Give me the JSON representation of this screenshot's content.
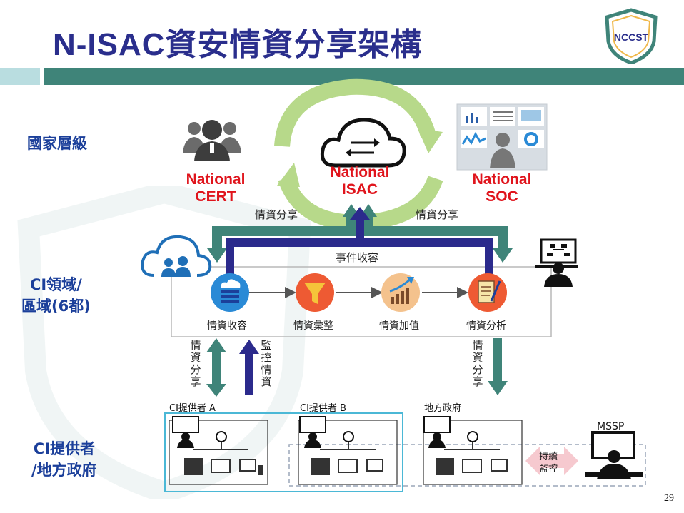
{
  "title": "N-ISAC資安情資分享架構",
  "logo": {
    "text": "NCCST"
  },
  "levels": {
    "national": "國家層級",
    "ci": "CI領域/\n區域(6都)",
    "provider": "CI提供者\n/地方政府"
  },
  "national": {
    "cert": "National\nCERT",
    "isac": "National\nISAC",
    "soc": "National\nSOC"
  },
  "share_left": "情資分享",
  "share_right": "情資分享",
  "event_label": "事件收容",
  "process_steps": [
    {
      "label": "情資收容",
      "icon": "server-icon"
    },
    {
      "label": "情資彙整",
      "icon": "funnel-icon"
    },
    {
      "label": "情資加值",
      "icon": "growth-chart-icon"
    },
    {
      "label": "情資分析",
      "icon": "document-analysis-icon"
    }
  ],
  "vertical_labels": {
    "share_a": "情資分享",
    "monitor": "監控情資",
    "share_gov": "情資分享"
  },
  "providers": {
    "a": "CI提供者 A",
    "b": "CI提供者 B",
    "gov": "地方政府",
    "mssp": "MSSP"
  },
  "continuous_monitoring": "持續\n監控",
  "page_number": "29",
  "colors": {
    "title": "#2a2e8c",
    "teal": "#3f8479",
    "navy": "#2b2a8c",
    "red": "#e0141c",
    "cyan_box": "#4bb8d6"
  }
}
